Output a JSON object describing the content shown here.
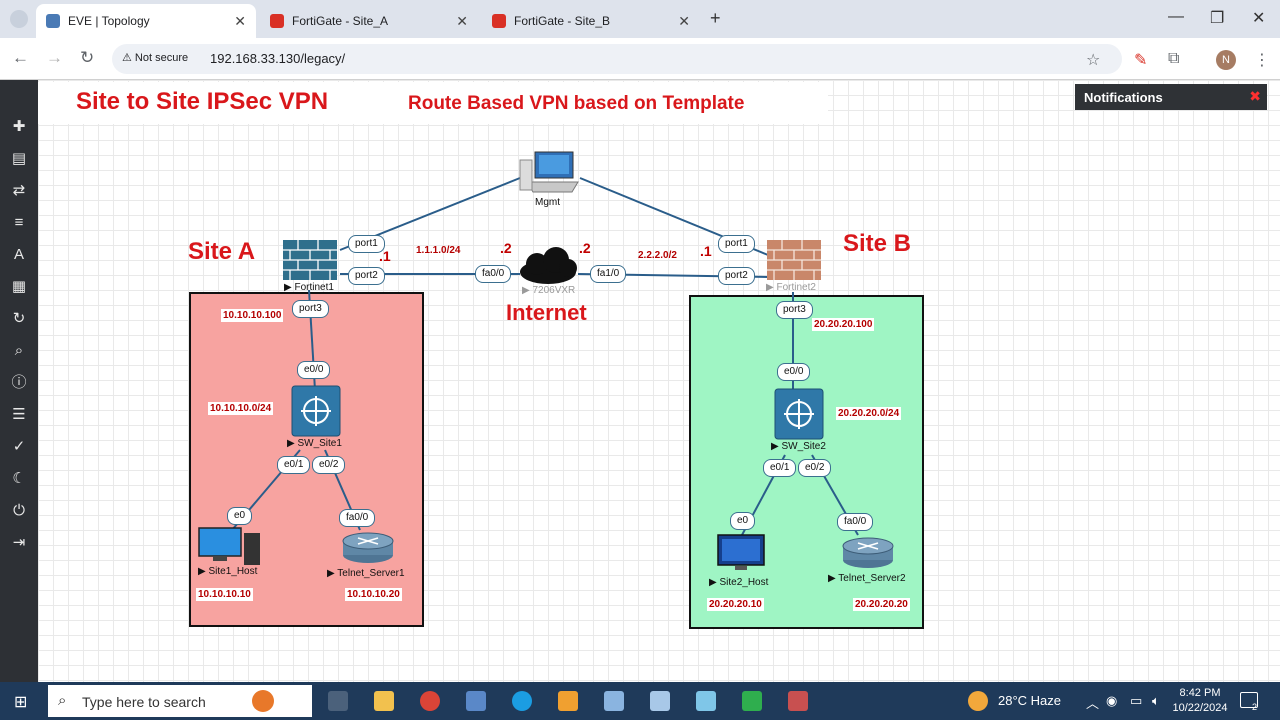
{
  "browser": {
    "tabs": [
      {
        "label": "EVE | Topology",
        "active": true
      },
      {
        "label": "FortiGate - Site_A",
        "active": false
      },
      {
        "label": "FortiGate - Site_B",
        "active": false
      }
    ],
    "security_label": "Not secure",
    "url": "192.168.33.130/legacy/",
    "profile_initial": "N"
  },
  "topology": {
    "title": "Site to Site IPSec VPN",
    "subtitle": "Route Based VPN based on Template",
    "internet_label": "Internet",
    "mgmt_label": "Mgmt",
    "router_label": "7206VXR",
    "fw1_label": "Fortinet1",
    "fw2_label": "Fortinet2",
    "net_left": "1.1.1.0/24",
    "net_right": "2.2.2.0/2",
    "dots": {
      "fw1": ".1",
      "r_left": ".2",
      "r_right": ".2",
      "fw2": ".1"
    },
    "ports": {
      "fw1_port1": "port1",
      "fw1_port2": "port2",
      "fw1_port3": "port3",
      "fw2_port1": "port1",
      "fw2_port2": "port2",
      "fw2_port3": "port3",
      "r_fa00": "fa0/0",
      "r_fa10": "fa1/0"
    },
    "site_a": {
      "name": "Site A",
      "fw_ip": "10.10.10.100",
      "subnet": "10.10.10.0/24",
      "switch": "SW_Site1",
      "sw_e00": "e0/0",
      "sw_e01": "e0/1",
      "sw_e02": "e0/2",
      "host_port": "e0",
      "server_port": "fa0/0",
      "host": "Site1_Host",
      "host_ip": "10.10.10.10",
      "server": "Telnet_Server1",
      "server_ip": "10.10.10.20",
      "color": "#f7a3a0"
    },
    "site_b": {
      "name": "Site B",
      "fw_ip": "20.20.20.100",
      "subnet": "20.20.20.0/24",
      "switch": "SW_Site2",
      "sw_e00": "e0/0",
      "sw_e01": "e0/1",
      "sw_e02": "e0/2",
      "host_port": "e0",
      "server_port": "fa0/0",
      "host": "Site2_Host",
      "host_ip": "20.20.20.10",
      "server": "Telnet_Server2",
      "server_ip": "20.20.20.20",
      "color": "#9ff5c4"
    }
  },
  "notifications": {
    "title": "Notifications",
    "close": "✖"
  },
  "taskbar": {
    "search_placeholder": "Type here to search",
    "weather": "28°C  Haze",
    "time": "8:42 PM",
    "date": "10/22/2024",
    "notif_count": "2"
  }
}
